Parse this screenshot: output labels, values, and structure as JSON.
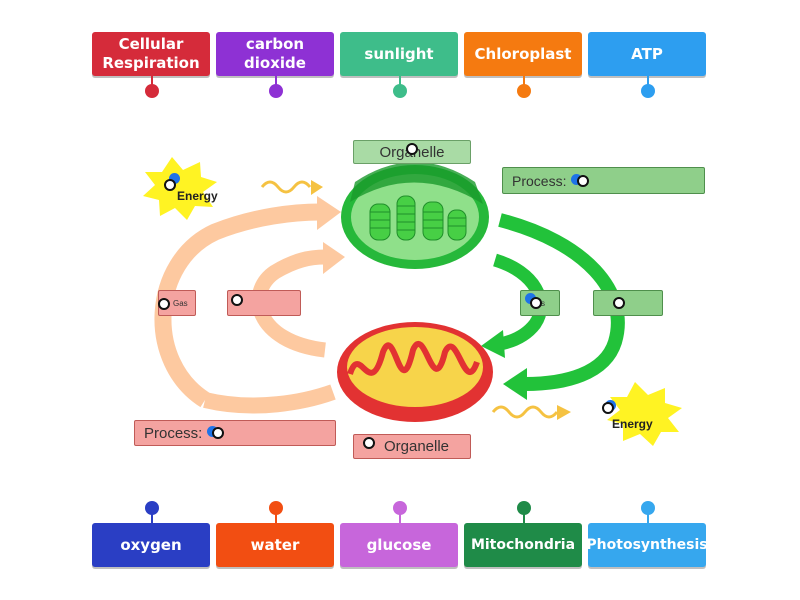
{
  "top_tiles": [
    {
      "label": "Cellular\nRespiration",
      "color": "#d52b3a",
      "pin": "#d52b3a"
    },
    {
      "label": "carbon\ndioxide",
      "color": "#8e31d4",
      "pin": "#8e31d4"
    },
    {
      "label": "sunlight",
      "color": "#3ebd8a",
      "pin": "#3ebd8a"
    },
    {
      "label": "Chloroplast",
      "color": "#f57a10",
      "pin": "#f57a10"
    },
    {
      "label": "ATP",
      "color": "#2d9ef0",
      "pin": "#2d9ef0"
    }
  ],
  "bottom_tiles": [
    {
      "label": "oxygen",
      "color": "#2a3ec4",
      "pin": "#2a3ec4"
    },
    {
      "label": "water",
      "color": "#f24e12",
      "pin": "#f24e12"
    },
    {
      "label": "glucose",
      "color": "#c766db",
      "pin": "#c766db"
    },
    {
      "label": "Mitochondria",
      "color": "#1f8b48",
      "pin": "#1f8b48"
    },
    {
      "label": "Photosynthesis",
      "color": "#36a7ee",
      "pin": "#36a7ee"
    }
  ],
  "diagram": {
    "organelle_top": "Organelle",
    "organelle_bottom": "Organelle",
    "process_top": "Process:",
    "process_bottom": "Process:",
    "energy_top": "Energy",
    "energy_bottom": "Energy",
    "gas_left": "Gas",
    "gas_right": "s"
  },
  "colors": {
    "green_arrow": "#22c23a",
    "orange_arrow": "#fdc9a0",
    "sun": "#fff323"
  }
}
